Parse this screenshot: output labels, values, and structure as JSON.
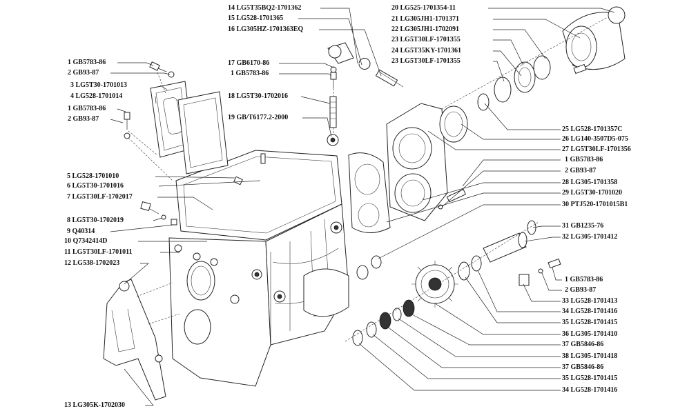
{
  "labels_left": [
    {
      "text": "1 GB5783-86"
    },
    {
      "text": "2 GB93-87"
    },
    {
      "text": "3 LG5T30-1701013"
    },
    {
      "text": "4 LG528-1701014"
    },
    {
      "text": "1 GB5783-86"
    },
    {
      "text": "2 GB93-87"
    },
    {
      "text": "5 LG528-1701010"
    },
    {
      "text": "6 LG5T30-1701016"
    },
    {
      "text": "7 LG5T30LF-1702017"
    },
    {
      "text": "8 LG5T30-1702019"
    },
    {
      "text": "9 Q40314"
    },
    {
      "text": "10 Q7342414D"
    },
    {
      "text": "11 LG5T30LF-1701011"
    },
    {
      "text": "12 LG538-1702023"
    },
    {
      "text": "13 LG305K-1702030"
    }
  ],
  "labels_center": [
    {
      "text": "14 LG5T35BQ2-1701362"
    },
    {
      "text": "15 LG528-1701365"
    },
    {
      "text": "16 LG305HZ-1701363EQ"
    },
    {
      "text": "17 GB6170-86"
    },
    {
      "text": "1 GB5783-86"
    },
    {
      "text": "18 LG5T30-1702016"
    },
    {
      "text": "19 GB/T6177.2-2000"
    }
  ],
  "labels_top_right": [
    {
      "text": "20 LG525-1701354-11"
    },
    {
      "text": "21 LG305JH1-1701371"
    },
    {
      "text": "22 LG305JH1-1702091"
    },
    {
      "text": "23 LG5T30LF-1701355"
    },
    {
      "text": "24 LG5T35KY-1701361"
    },
    {
      "text": "23 LG5T30LF-1701355"
    }
  ],
  "labels_right": [
    {
      "text": "25 LG528-1701357C"
    },
    {
      "text": "26 LG140-3507D5-075"
    },
    {
      "text": "27 LG5T30LF-1701356"
    },
    {
      "text": "1 GB5783-86"
    },
    {
      "text": "2 GB93-87"
    },
    {
      "text": "28 LG305-1701358"
    },
    {
      "text": "29 LG5T30-1701020"
    },
    {
      "text": "30 PTJ520-1701015B1"
    },
    {
      "text": "31 GB1235-76"
    },
    {
      "text": "32 LG305-1701412"
    },
    {
      "text": "1 GB5783-86"
    },
    {
      "text": "2 GB93-87"
    },
    {
      "text": "33 LG528-1701413"
    },
    {
      "text": "34 LG528-1701416"
    },
    {
      "text": "35 LG528-1701415"
    },
    {
      "text": "36 LG305-1701410"
    },
    {
      "text": "37 GB5846-86"
    },
    {
      "text": "38 LG305-1701418"
    },
    {
      "text": "37 GB5846-86"
    },
    {
      "text": "35 LG528-1701415"
    },
    {
      "text": "34 LG528-1701416"
    }
  ]
}
